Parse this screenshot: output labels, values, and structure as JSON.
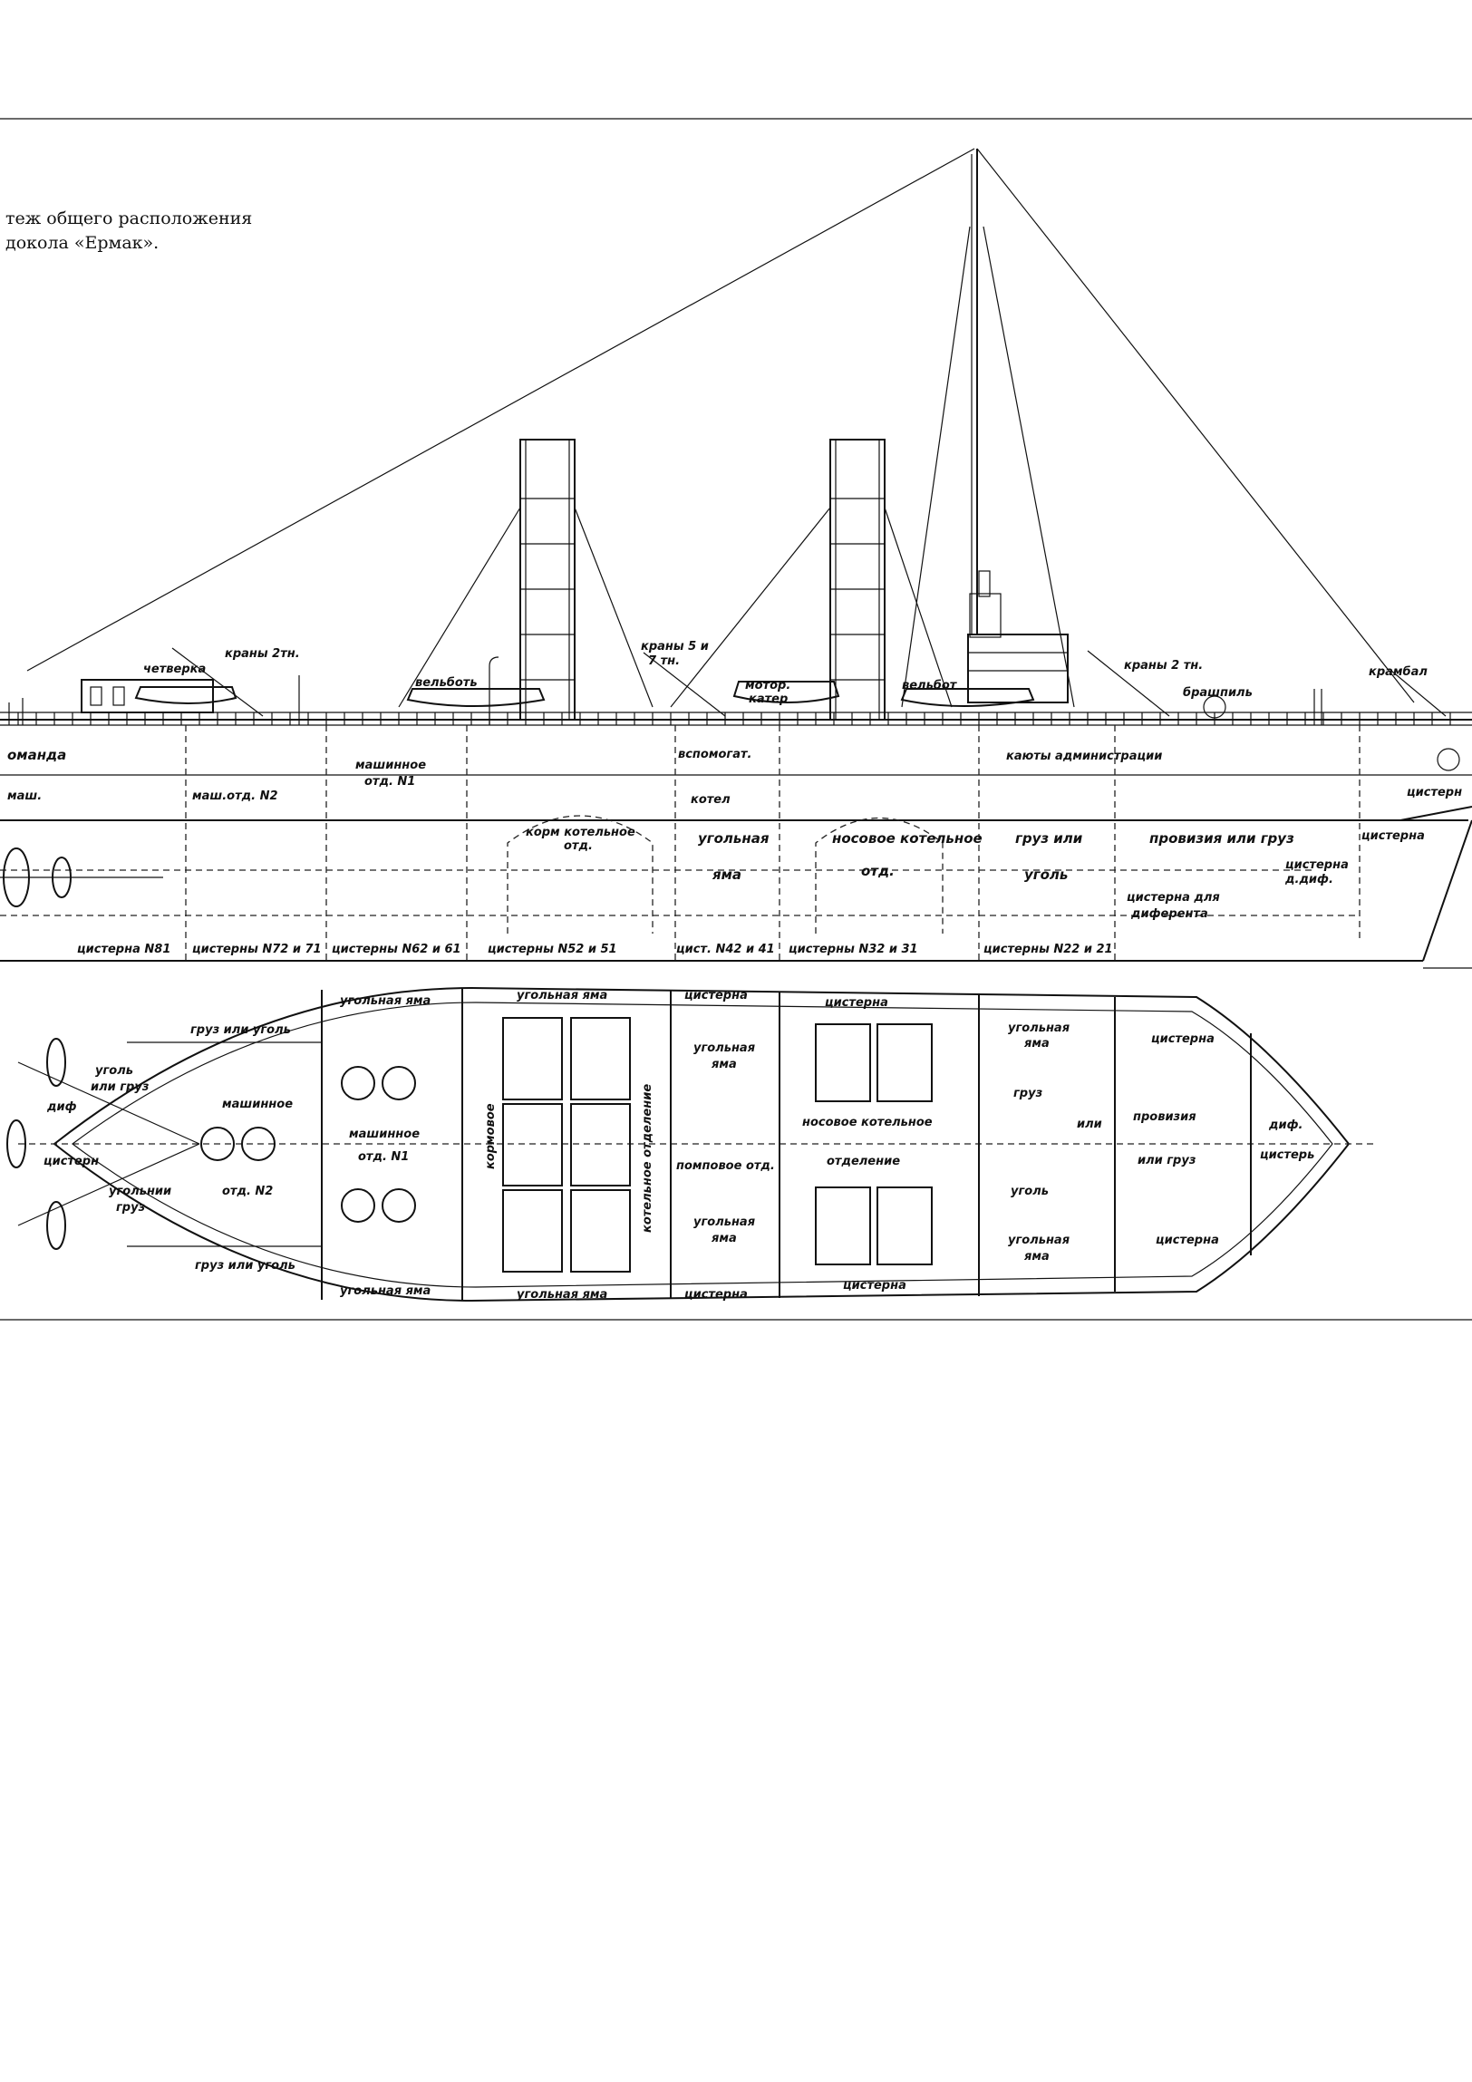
{
  "caption": {
    "line1": "теж общего расположения",
    "line2": "докола «Ермак»."
  },
  "profile": {
    "upper": {
      "chetverka": "четверка",
      "krany_2tn_aft": "краны 2тн.",
      "velbot_aft": "вельботь",
      "krany_5_7_a": "краны 5 и",
      "krany_5_7_b": "7 тн.",
      "motor_kater_a": "мотор.",
      "motor_kater_b": "катер",
      "velbot_fwd": "вельбот",
      "krany_2tn_fwd": "краны 2 тн.",
      "brashpil": "брашпиль",
      "krambal": "крамбал"
    },
    "deck1": {
      "komanda": "оманда",
      "mashinnoe_a": "машинное",
      "mashinnoe_b": "отд. N1",
      "vspomogat": "вспомогат.",
      "kayuty": "каюты администрации"
    },
    "deck2": {
      "mash": "маш.",
      "mash_otd_n2": "маш.отд. N2",
      "kotel": "котел",
      "cisterna": "цистерн"
    },
    "hold": {
      "korm_kotelnoe_a": "корм котельное",
      "korm_kotelnoe_b": "отд.",
      "ugolnaya_a": "угольная",
      "ugolnaya_b": "яма",
      "nosovoe_a": "носовое котельное",
      "nosovoe_b": "отд.",
      "gruz_a": "груз или",
      "gruz_b": "уголь",
      "proviziya": "провизия или груз",
      "cisterna": "цистерна",
      "cisterna_dif_a": "цистерна",
      "cisterna_dif_b": "д.диф.",
      "cisterna_difer_a": "цистерна для",
      "cisterna_difer_b": "диферента"
    },
    "tanks": [
      "цистерна N81",
      "цистерны N72 и 71",
      "цистерны N62 и 61",
      "цистерны N52 и 51",
      "цист. N42 и 41",
      "цистерны N32 и 31",
      "цистерны N22 и 21"
    ]
  },
  "plan": {
    "dif_aft": "диф",
    "cistern_aft": "цистерн",
    "ugol_gruz_a": "уголь",
    "ugol_gruz_b": "или груз",
    "ugolnii_gruz_a": "угольнии",
    "ugolnii_gruz_b": "груз",
    "gruz_ugol_top": "груз или уголь",
    "gruz_ugol_bot": "груз или уголь",
    "mashinnoe_n2_a": "машинное",
    "mashinnoe_n2_b": "отд. N2",
    "mashinnoe_n1_a": "машинное",
    "mashinnoe_n1_b": "отд. N1",
    "ugolnaya_yama_1t": "угольная яма",
    "ugolnaya_yama_1b": "угольная яма",
    "ugolnaya_yama_2t": "угольная яма",
    "ugolnaya_yama_2b": "угольная яма",
    "kormovoe": "кормовое",
    "kotelnoe_otdelenie": "котельное отделение",
    "cisterna_1t": "цистерна",
    "cisterna_1b": "цистерна",
    "ugolnaya_c_a": "угольная",
    "ugolnaya_c_b": "яма",
    "ugolnaya_d_a": "угольная",
    "ugolnaya_d_b": "яма",
    "pompovoe": "помповое отд.",
    "cisterna_2t": "цистерна",
    "cisterna_2b": "цистерна",
    "nosovoe_a": "носовое котельное",
    "nosovoe_b": "отделение",
    "ugolnaya_e_a": "угольная",
    "ugolnaya_e_b": "яма",
    "gruz": "груз",
    "ili": "или",
    "ugol": "уголь",
    "ugolnaya_f_a": "угольная",
    "ugolnaya_f_b": "яма",
    "cisterna_3t": "цистерна",
    "cisterna_3b": "цистерна",
    "proviziya_a": "провизия",
    "proviziya_b": "или груз",
    "dif_fwd_a": "диф.",
    "dif_fwd_b": "цистерь"
  }
}
